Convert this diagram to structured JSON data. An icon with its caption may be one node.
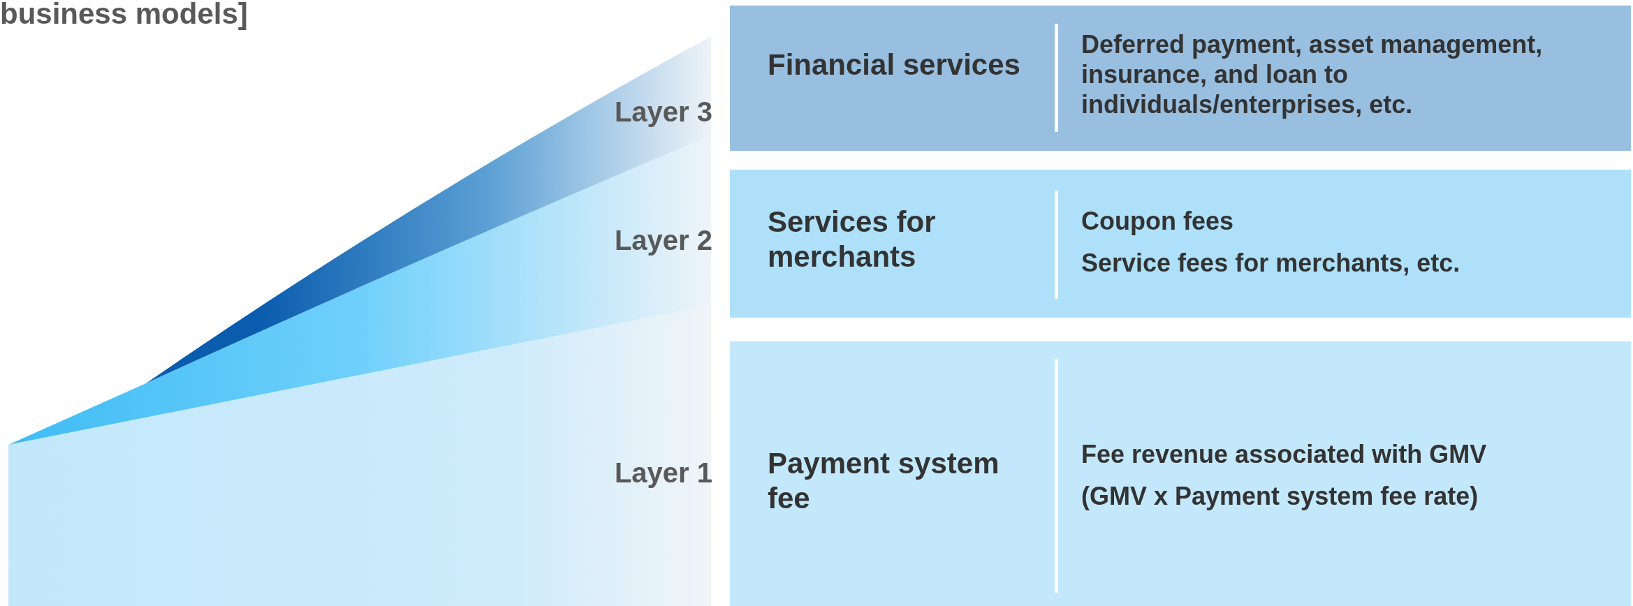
{
  "diagram": {
    "title": "business models]",
    "nodes": [
      {
        "text": [
          "Financial services",
          "Deferred payment, asset management, insurance, and loan to individuals/enterprises, etc."
        ],
        "beside": [
          "Layer 3"
        ]
      },
      {
        "text": [
          "Services for merchants",
          "Coupon fees",
          "Service fees for merchants, etc."
        ],
        "beside": [
          "Layer 2"
        ]
      },
      {
        "text": [
          "Payment system fee",
          "Fee revenue associated with GMV",
          "(GMV x Payment system fee rate)"
        ],
        "beside": [
          "Layer 1"
        ]
      }
    ]
  }
}
